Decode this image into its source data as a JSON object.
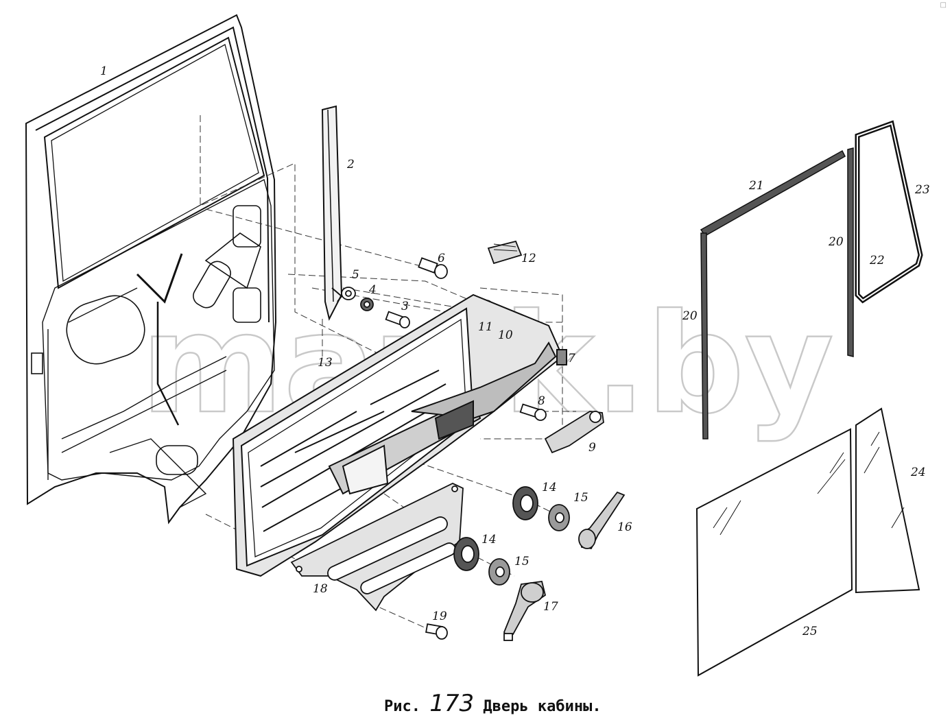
{
  "caption": {
    "prefix": "Рис.",
    "number": "173",
    "title": "Дверь кабины."
  },
  "watermark": "mazik.by",
  "corner_mark": "□",
  "callouts": {
    "p1": "1",
    "p2": "2",
    "p3": "3",
    "p4": "4",
    "p5": "5",
    "p6": "6",
    "p7": "7",
    "p8": "8",
    "p9": "9",
    "p10": "10",
    "p11": "11",
    "p12": "12",
    "p13": "13",
    "p14a": "14",
    "p14b": "14",
    "p15a": "15",
    "p15b": "15",
    "p16": "16",
    "p17": "17",
    "p18": "18",
    "p19": "19",
    "p20a": "20",
    "p20b": "20",
    "p21": "21",
    "p22": "22",
    "p23": "23",
    "p24": "24",
    "p25": "25"
  }
}
